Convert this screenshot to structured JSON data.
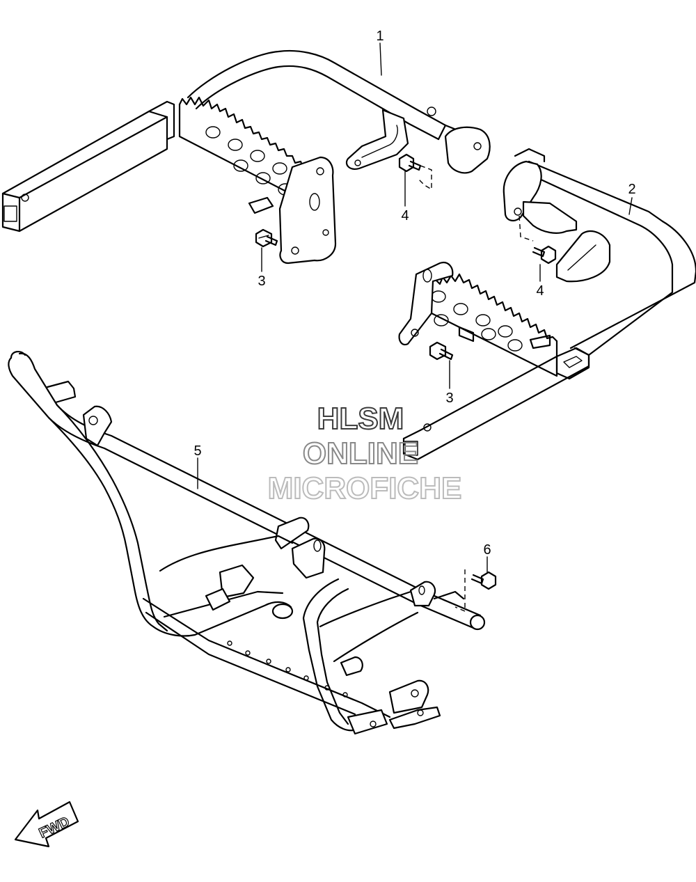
{
  "callouts": [
    {
      "id": "1",
      "label": "1"
    },
    {
      "id": "2",
      "label": "2"
    },
    {
      "id": "3a",
      "label": "3"
    },
    {
      "id": "3b",
      "label": "3"
    },
    {
      "id": "4a",
      "label": "4"
    },
    {
      "id": "4b",
      "label": "4"
    },
    {
      "id": "5",
      "label": "5"
    },
    {
      "id": "6",
      "label": "6"
    }
  ],
  "watermark": {
    "line1": "HLSM",
    "line2": "ONLINE",
    "line3": "MICROFICHE",
    "color_dark": "#3a3a3a",
    "color_mid": "#888888",
    "color_light": "#bbbbbb"
  },
  "fwd_arrow": {
    "label": "FWD"
  }
}
